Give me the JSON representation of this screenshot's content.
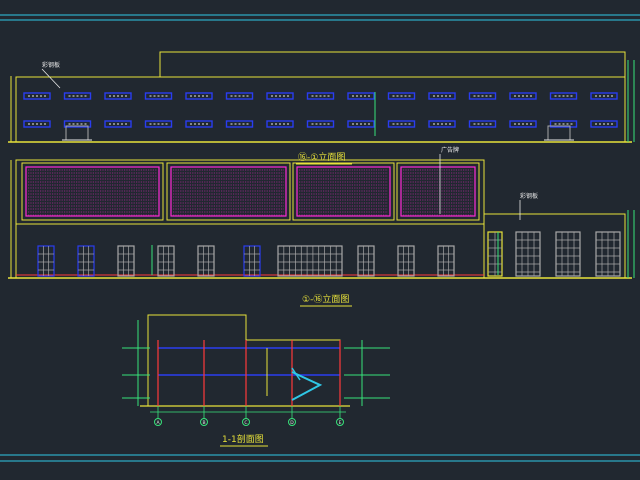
{
  "drawing": {
    "colors": {
      "background": "#212830",
      "frame": "#2fc7e6",
      "outline": "#e8e23a",
      "window": "#2a3df0",
      "panel": "#ff2bd6",
      "dimension": "#38e27a",
      "red": "#ff3a3a",
      "white": "#e8e8e8",
      "gray": "#a8a8a8"
    },
    "elevation_north": {
      "title": "⑯-①立面图",
      "tag": "彩钢板"
    },
    "elevation_south": {
      "title": "①-⑯立面图",
      "tag_left": "广告牌",
      "tag_right": "彩钢板"
    },
    "section": {
      "title": "1-1剖面图",
      "axis_labels": [
        "A",
        "B",
        "C",
        "D",
        "E"
      ]
    }
  }
}
